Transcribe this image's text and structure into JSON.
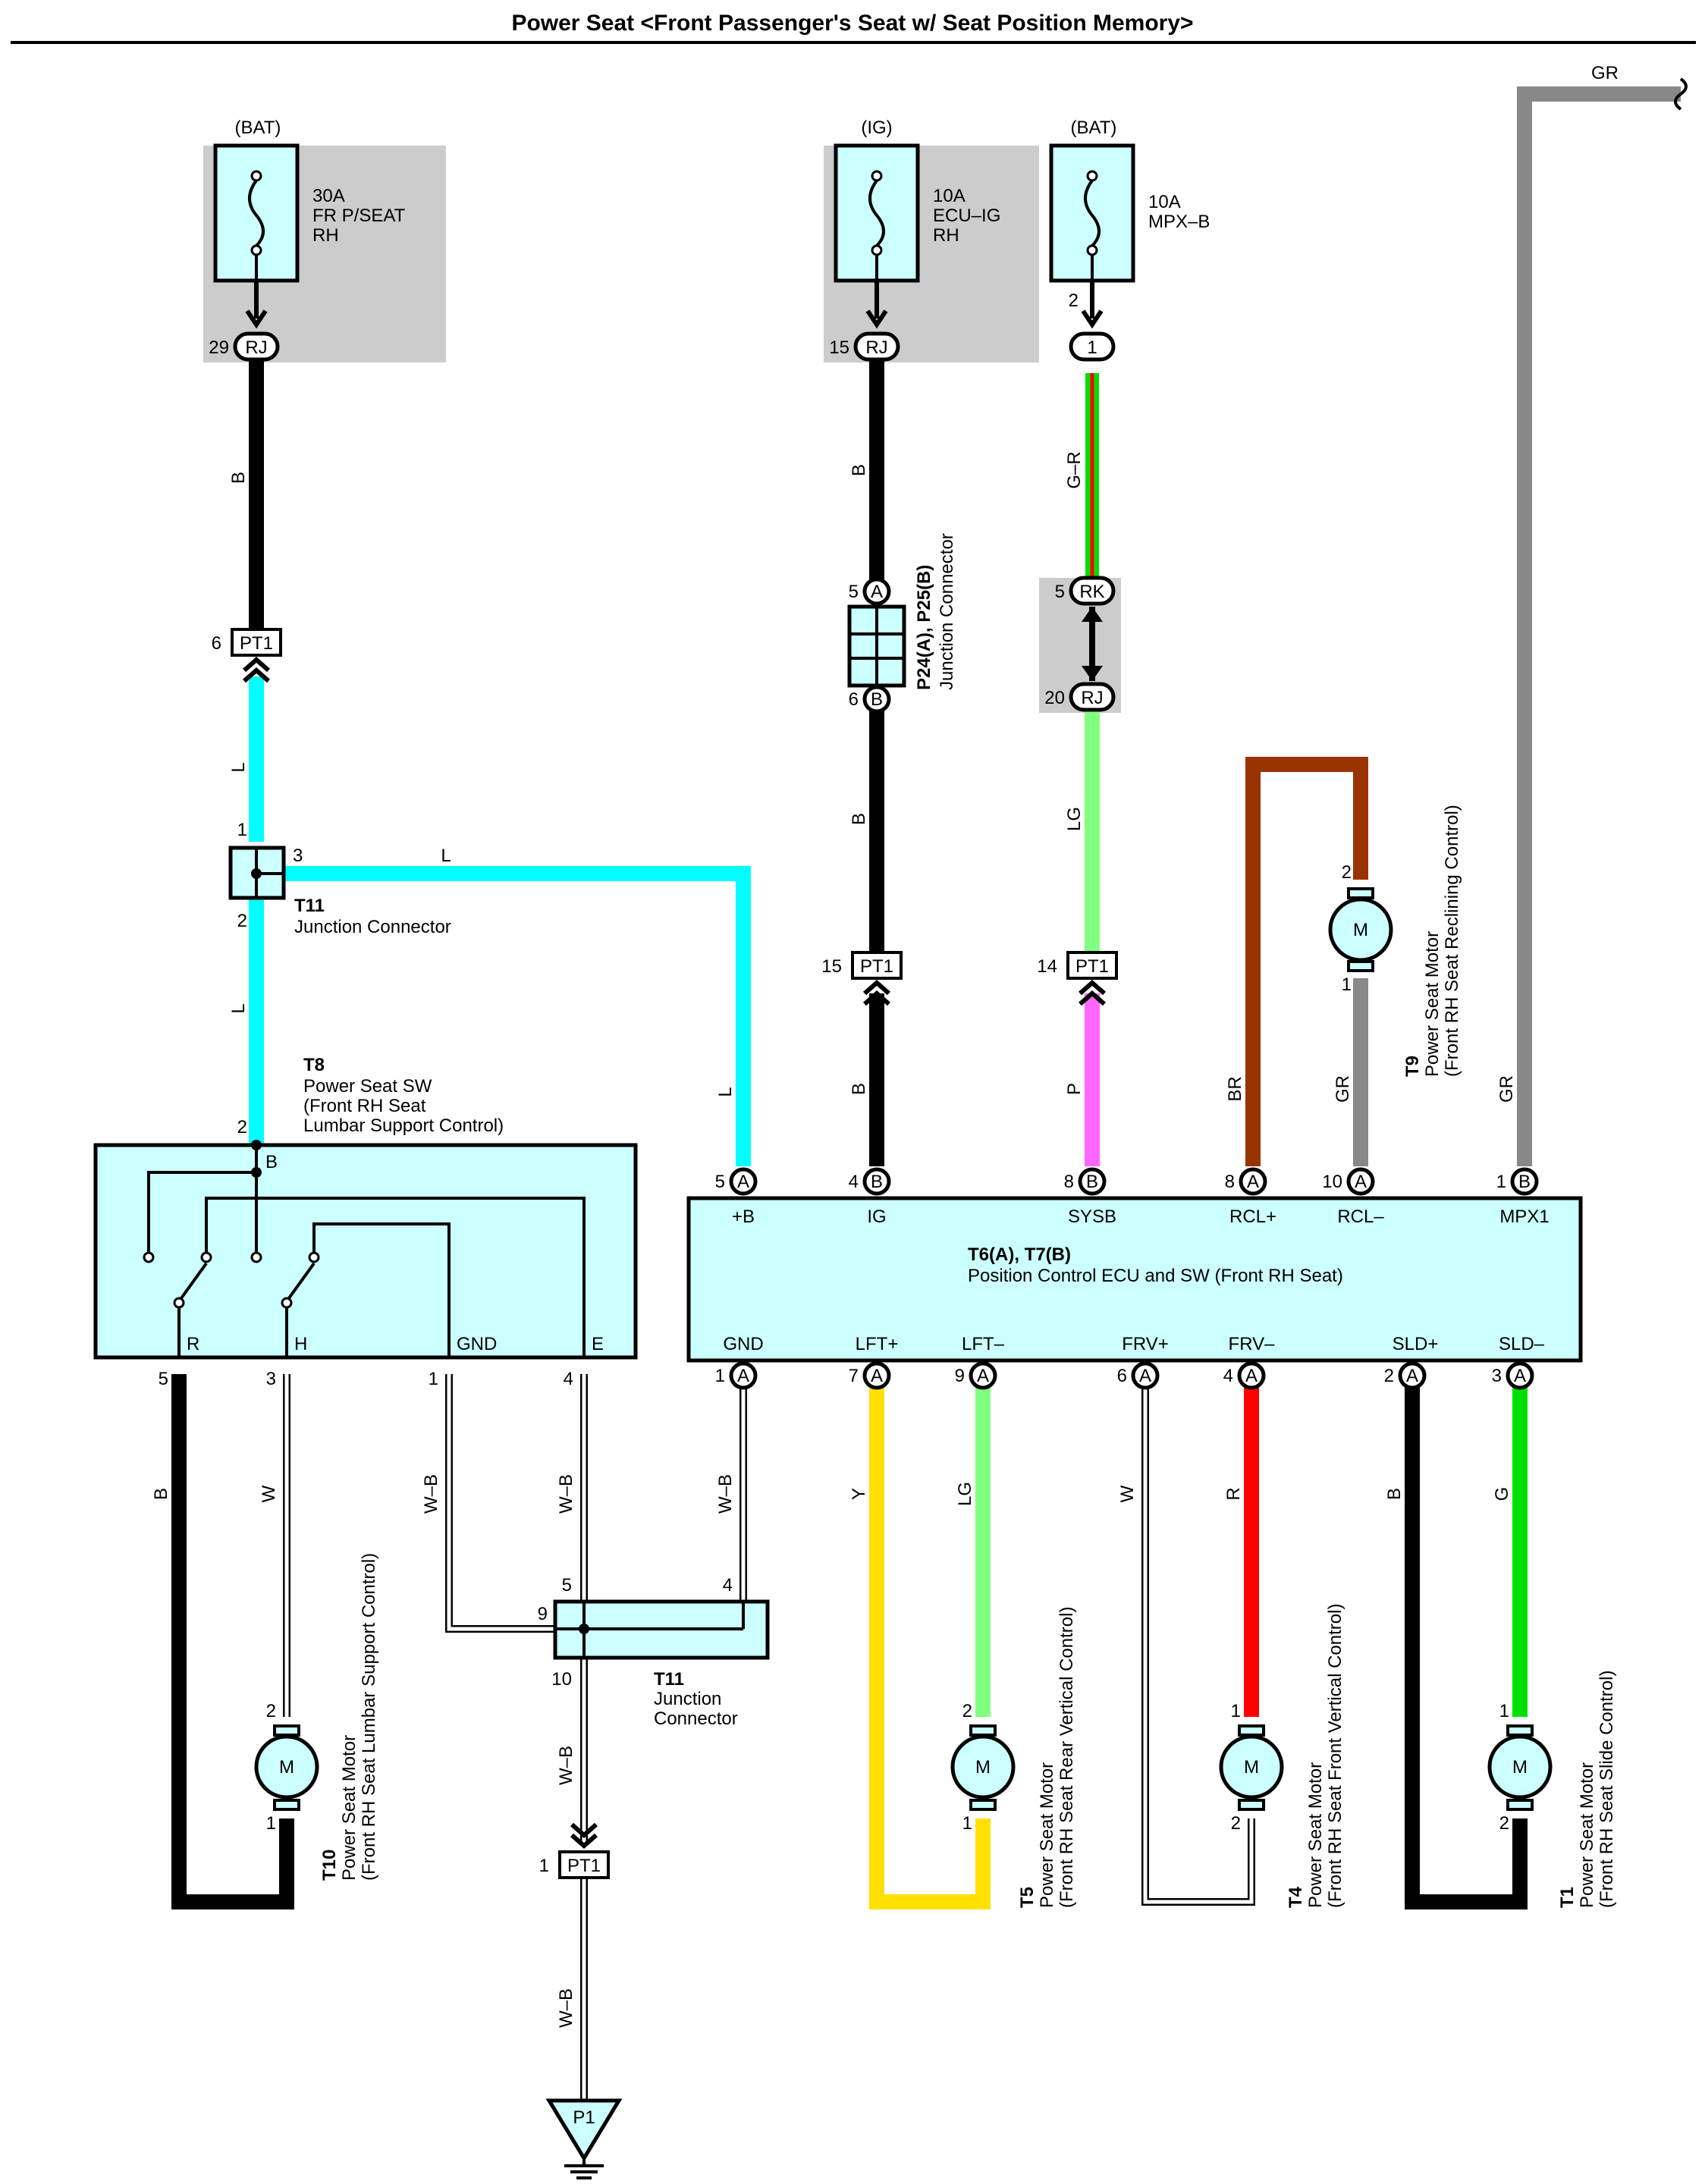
{
  "title": "Power Seat <Front Passenger's Seat w/ Seat Position Memory>",
  "colors": {
    "B": "#000000",
    "L": "#00ffff",
    "W": "#ffffff",
    "W-B": "#ffffff",
    "G-R_green": "#00e000",
    "G-R_red": "#ff0000",
    "LG": "#80ff80",
    "P": "#ff66ff",
    "BR": "#993300",
    "GR": "#888888",
    "Y": "#ffe000",
    "R": "#ff0000",
    "G": "#00e000",
    "component_fill": "#ccffff",
    "shade": "#cccccc"
  },
  "sources": {
    "bat1": {
      "power": "(BAT)",
      "rating": "30A",
      "name1": "FR P/SEAT",
      "name2": "RH"
    },
    "ig": {
      "power": "(IG)",
      "rating": "10A",
      "name1": "ECU–IG",
      "name2": "RH"
    },
    "bat2": {
      "power": "(BAT)",
      "rating": "10A",
      "name1": "MPX–B"
    }
  },
  "connectors": {
    "rj29": {
      "pin": "29",
      "name": "RJ"
    },
    "rj15": {
      "pin": "15",
      "name": "RJ"
    },
    "c1": {
      "pin_top": "2",
      "name": "1"
    },
    "rk5": {
      "pin": "5",
      "name": "RK"
    },
    "rj20": {
      "pin": "20",
      "name": "RJ"
    },
    "pt1_6": {
      "pin": "6",
      "name": "PT1"
    },
    "pt1_15": {
      "pin": "15",
      "name": "PT1"
    },
    "pt1_14": {
      "pin": "14",
      "name": "PT1"
    },
    "pt1_1": {
      "pin": "1",
      "name": "PT1"
    },
    "p24": {
      "pin_a": "5",
      "letter_a": "A",
      "pin_b": "6",
      "letter_b": "B",
      "name": "P24(A), P25(B)",
      "desc": "Junction Connector"
    },
    "t11_top": {
      "pin1": "1",
      "pin2": "2",
      "pin3": "3",
      "name": "T11",
      "desc": "Junction Connector"
    },
    "t11_bottom": {
      "pin5": "5",
      "pin4": "4",
      "pin9": "9",
      "pin10": "10",
      "name": "T11",
      "desc1": "Junction",
      "desc2": "Connector"
    },
    "ground": {
      "name": "P1"
    }
  },
  "wires": {
    "b1": "B",
    "l1": "L",
    "l2": "L",
    "l3": "L",
    "b2": "B",
    "b3": "B",
    "b4": "B",
    "gr1": "G–R",
    "lg1": "LG",
    "p1": "P",
    "br": "BR",
    "gr2": "GR",
    "gr3": "GR",
    "gr_top": "GR",
    "b5": "B",
    "w1": "W",
    "wb1": "W–B",
    "wb2": "W–B",
    "wb3": "W–B",
    "wb4": "W–B",
    "wb5": "W–B",
    "y": "Y",
    "lg2": "LG",
    "w2": "W",
    "r": "R",
    "b6": "B",
    "g": "G"
  },
  "t8": {
    "name": "T8",
    "desc1": "Power Seat SW",
    "desc2": "(Front RH Seat",
    "desc3": " Lumbar Support Control)",
    "pin_top": "2",
    "term_top": "B",
    "terms": [
      "R",
      "H",
      "GND",
      "E"
    ],
    "pins": [
      "5",
      "3",
      "1",
      "4"
    ]
  },
  "ecu": {
    "name": "T6(A), T7(B)",
    "desc": "Position Control ECU and SW (Front RH Seat)",
    "top": [
      {
        "pin": "5",
        "letter": "A",
        "term": "+B"
      },
      {
        "pin": "4",
        "letter": "B",
        "term": "IG"
      },
      {
        "pin": "8",
        "letter": "B",
        "term": "SYSB"
      },
      {
        "pin": "8",
        "letter": "A",
        "term": "RCL+"
      },
      {
        "pin": "10",
        "letter": "A",
        "term": "RCL–"
      },
      {
        "pin": "1",
        "letter": "B",
        "term": "MPX1"
      }
    ],
    "bottom": [
      {
        "pin": "1",
        "letter": "A",
        "term": "GND"
      },
      {
        "pin": "7",
        "letter": "A",
        "term": "LFT+"
      },
      {
        "pin": "9",
        "letter": "A",
        "term": "LFT–"
      },
      {
        "pin": "6",
        "letter": "A",
        "term": "FRV+"
      },
      {
        "pin": "4",
        "letter": "A",
        "term": "FRV–"
      },
      {
        "pin": "2",
        "letter": "A",
        "term": "SLD+"
      },
      {
        "pin": "3",
        "letter": "A",
        "term": "SLD–"
      }
    ]
  },
  "motors": {
    "symbol": "M",
    "t9": {
      "id": "T9",
      "desc1": "Power Seat Motor",
      "desc2": "(Front RH Seat Reclining Control)",
      "pin_top": "2",
      "pin_bottom": "1"
    },
    "t10": {
      "id": "T10",
      "desc1": "Power Seat Motor",
      "desc2": "(Front RH Seat Lumbar Support Control)",
      "pin_top": "2",
      "pin_bottom": "1"
    },
    "t5": {
      "id": "T5",
      "desc1": "Power Seat Motor",
      "desc2": "(Front RH Seat Rear Vertical Control)",
      "pin_top": "2",
      "pin_bottom": "1"
    },
    "t4": {
      "id": "T4",
      "desc1": "Power Seat Motor",
      "desc2": "(Front RH Seat Front Vertical Control)",
      "pin_top": "1",
      "pin_bottom": "2"
    },
    "t1": {
      "id": "T1",
      "desc1": "Power Seat Motor",
      "desc2": "(Front RH Seat Slide Control)",
      "pin_top": "1",
      "pin_bottom": "2"
    }
  }
}
